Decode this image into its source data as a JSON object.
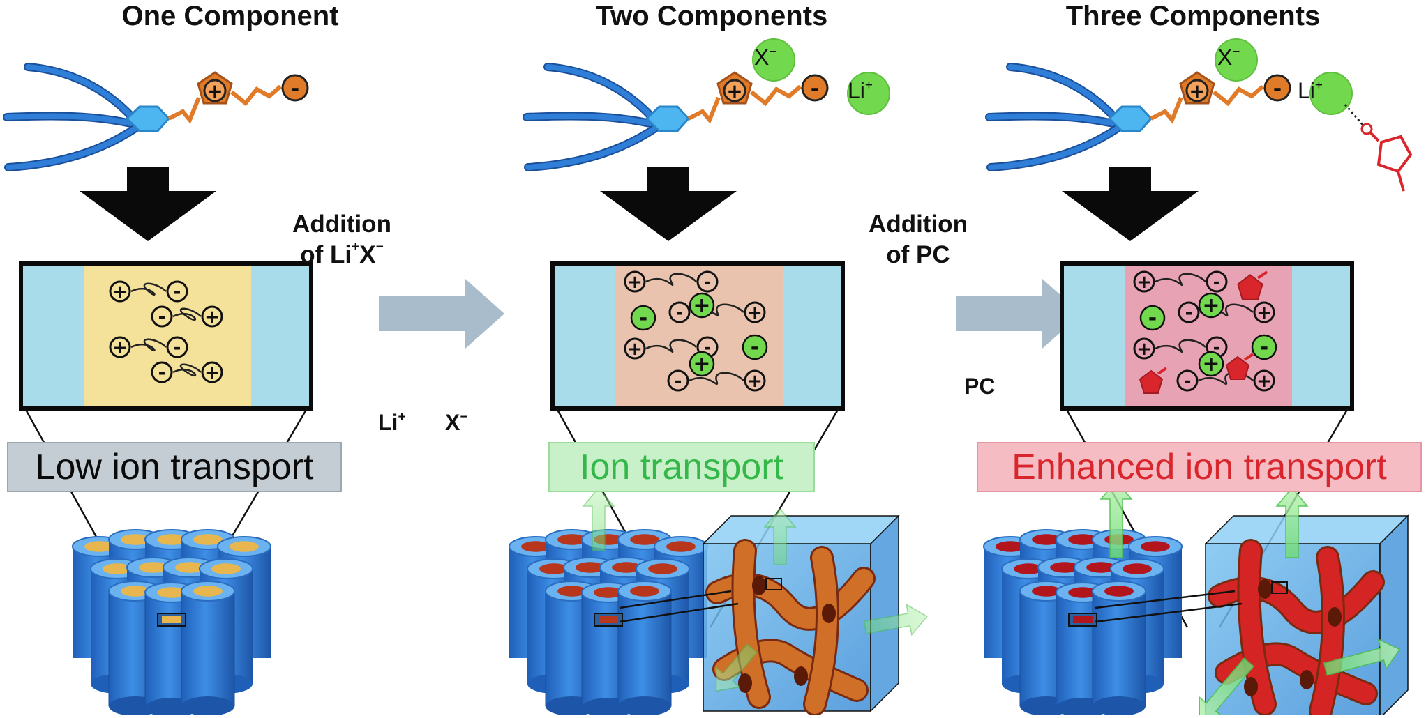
{
  "panels": [
    {
      "title": "One Component",
      "result": "Low ion transport"
    },
    {
      "title": "Two Components",
      "result": "Ion transport"
    },
    {
      "title": "Three Components",
      "result": "Enhanced ion transport"
    }
  ],
  "steps": [
    {
      "line1": "Addition",
      "line2_prefix": "of Li",
      "line2_sup1": "+",
      "line2_mid": "X",
      "line2_sup2": "−"
    },
    {
      "line1": "Addition",
      "line2": "of PC"
    }
  ],
  "legend": {
    "cation_label": "Li",
    "cation_sup": "+",
    "anion_label": "X",
    "anion_sup": "−",
    "pc_label": "PC"
  },
  "molecule_labels": {
    "anion": "X",
    "anion_sup": "−",
    "cation": "Li",
    "cation_sup": "+",
    "plus": "+",
    "minus": "-"
  },
  "colors": {
    "alkyl_chain": "#2f7fd8",
    "hexagon": "#4db6f0",
    "imidazolium": "#e07b2a",
    "salt_green": "#72d94e",
    "pc_red": "#d9262d",
    "domain_yellow": "#f4e19a",
    "domain_tan": "#e9c3ae",
    "domain_pink": "#e7a2b4",
    "side_blue": "#a9dcea",
    "arrow_grey": "#a9bccb"
  }
}
